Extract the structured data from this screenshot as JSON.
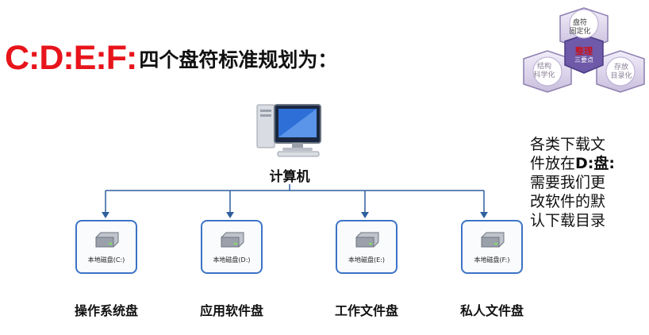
{
  "title": {
    "drives": "C:D:E:F:",
    "rest": "四个盘符标准规划为："
  },
  "logo": {
    "top": "盘符\n固定化",
    "left": "结构\n科学化",
    "right": "存放\n目录化",
    "center_title": "整理",
    "center_sub": "三要点"
  },
  "computer": {
    "label": "计算机"
  },
  "drives": [
    {
      "name": "本地磁盘(C:)",
      "caption": "操作系统盘"
    },
    {
      "name": "本地磁盘(D:)",
      "caption": "应用软件盘"
    },
    {
      "name": "本地磁盘(E:)",
      "caption": "工作文件盘"
    },
    {
      "name": "本地磁盘(F:)",
      "caption": "私人文件盘"
    }
  ],
  "note": {
    "lines": [
      "各类下载文",
      "件放在",
      "需要我们更",
      "改软件的默",
      "认下载目录"
    ],
    "emph": "D:盘:"
  },
  "colors": {
    "title_red": "#e8141b",
    "connector_blue": "#2f5f9e",
    "box_border": "#3c73c6"
  }
}
